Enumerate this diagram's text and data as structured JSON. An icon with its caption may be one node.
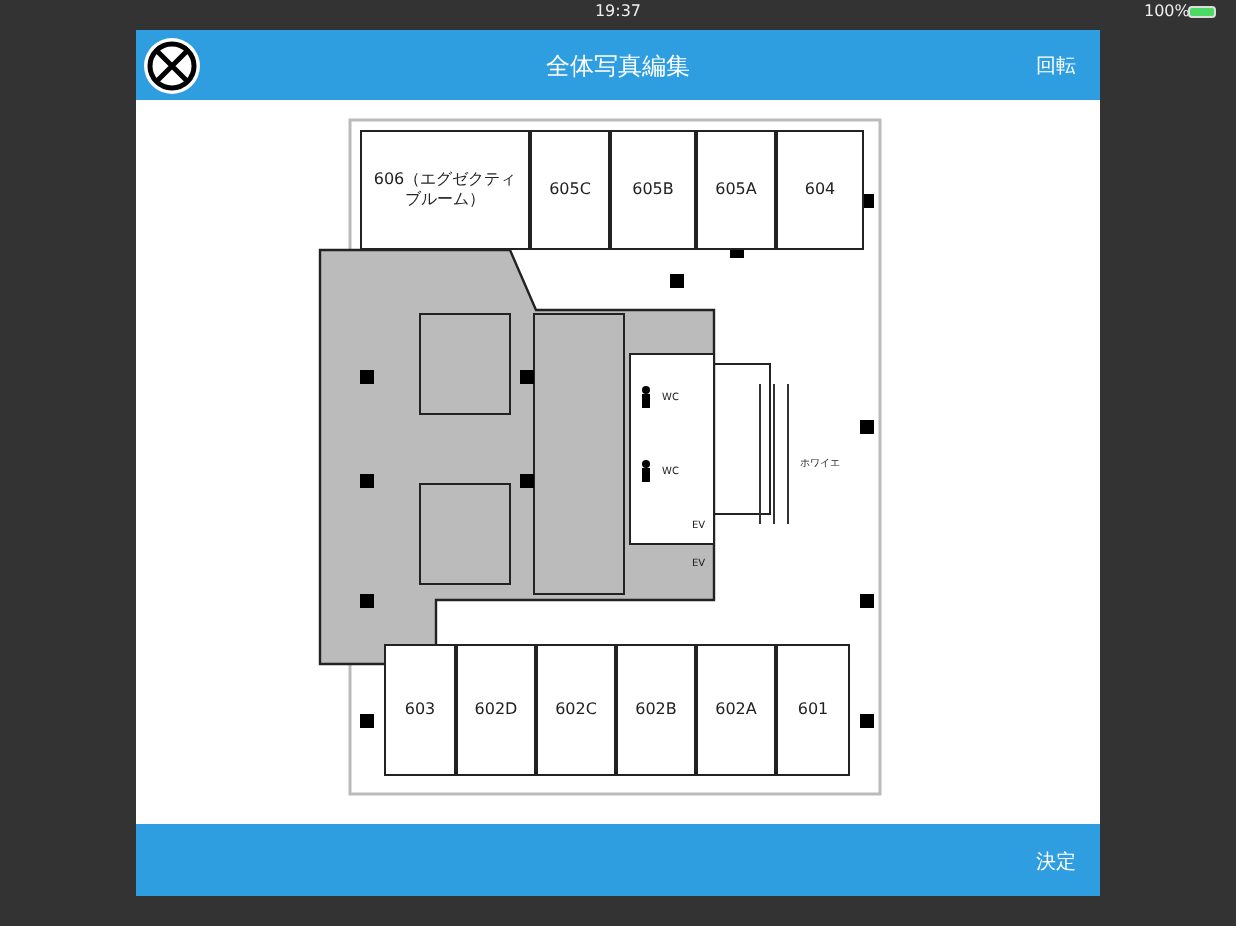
{
  "diagram": {
    "title": "全体写真編集",
    "nodes": [
      {
        "text": [
          "606（エグゼクティブルーム）"
        ]
      },
      {
        "text": [
          "605C"
        ]
      },
      {
        "text": [
          "605B"
        ]
      },
      {
        "text": [
          "605A"
        ]
      },
      {
        "text": [
          "604"
        ]
      },
      {
        "text": [
          "603"
        ]
      },
      {
        "text": [
          "602D"
        ]
      },
      {
        "text": [
          "602C"
        ]
      },
      {
        "text": [
          "602B"
        ]
      },
      {
        "text": [
          "602A"
        ]
      },
      {
        "text": [
          "601"
        ]
      }
    ],
    "labels": [
      "19:37",
      "100%",
      "回転",
      "WC",
      "WC",
      "EV",
      "EV",
      "ホワイエ",
      "決定"
    ]
  }
}
